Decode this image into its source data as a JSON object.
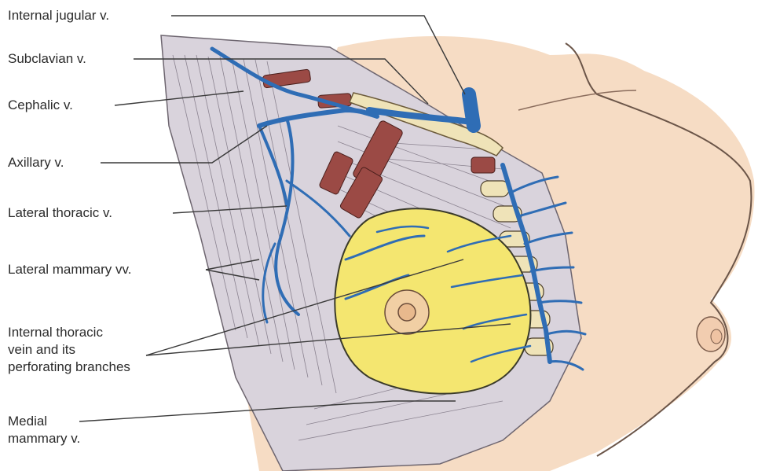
{
  "labels": {
    "internal_jugular": "Internal jugular v.",
    "subclavian": "Subclavian v.",
    "cephalic": "Cephalic v.",
    "axillary": "Axillary v.",
    "lateral_thoracic": "Lateral thoracic v.",
    "lateral_mammary": "Lateral mammary vv.",
    "internal_thoracic": "Internal thoracic\nvein and its\nperforating branches",
    "medial_mammary": "Medial\nmammary v."
  },
  "colors": {
    "background": "#ffffff",
    "skin": "#f6dcc4",
    "fascia": "#d9d3dc",
    "vein": "#2f6db5",
    "gland": "#f4e670",
    "muscle": "#9b4a45",
    "rib": "#efe3b8",
    "label_text": "#2b2b2b",
    "leader_line": "#3a3a3a"
  }
}
